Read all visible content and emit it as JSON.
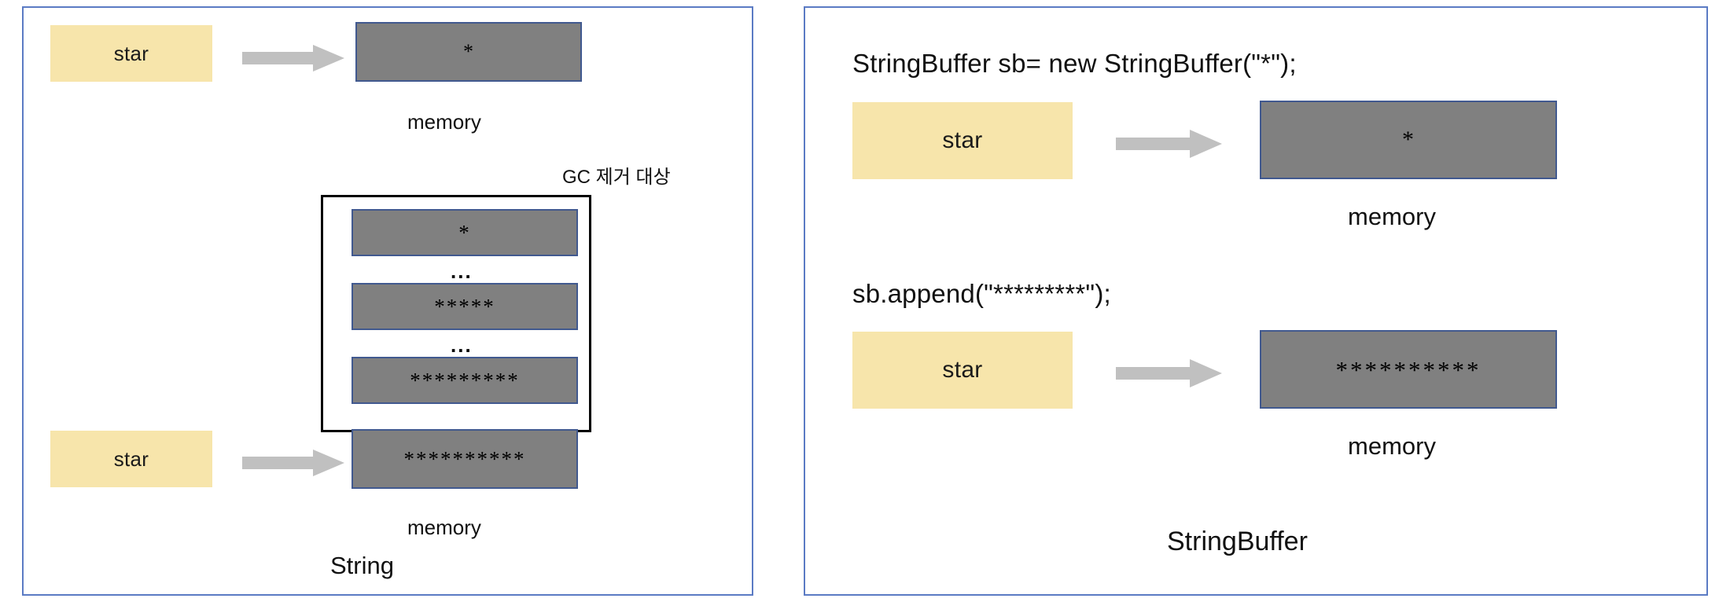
{
  "panels": {
    "left": {
      "caption": "String",
      "gc_label": "GC 제거 대상",
      "memory_label_top": "memory",
      "memory_label_bottom": "memory",
      "var_top": "star",
      "var_bottom": "star",
      "mem_top_value": "*",
      "mem_bottom_value": "**********",
      "gc_boxes": [
        {
          "value": "*"
        },
        {
          "value": "*****"
        },
        {
          "value": "*********"
        }
      ],
      "gc_ellipsis": [
        "...",
        "..."
      ],
      "arrow_icon_top": "right-arrow-icon",
      "arrow_icon_bottom": "right-arrow-icon"
    },
    "right": {
      "caption": "StringBuffer",
      "code_line_1": "StringBuffer sb= new StringBuffer(\"*\");",
      "code_line_2": "sb.append(\"*********\");",
      "var_top": "star",
      "var_bottom": "star",
      "mem_top_value": "*",
      "mem_bottom_value": "**********",
      "memory_label_top": "memory",
      "memory_label_bottom": "memory",
      "arrow_icon_top": "right-arrow-icon",
      "arrow_icon_bottom": "right-arrow-icon"
    }
  },
  "colors": {
    "panel_border": "#5b7bc4",
    "var_box_fill": "#f7e5ab",
    "mem_box_fill": "#808080",
    "mem_box_border": "#41598f",
    "arrow_fill": "#c0c0c0",
    "gc_box_border": "#000000",
    "text": "#111111"
  }
}
